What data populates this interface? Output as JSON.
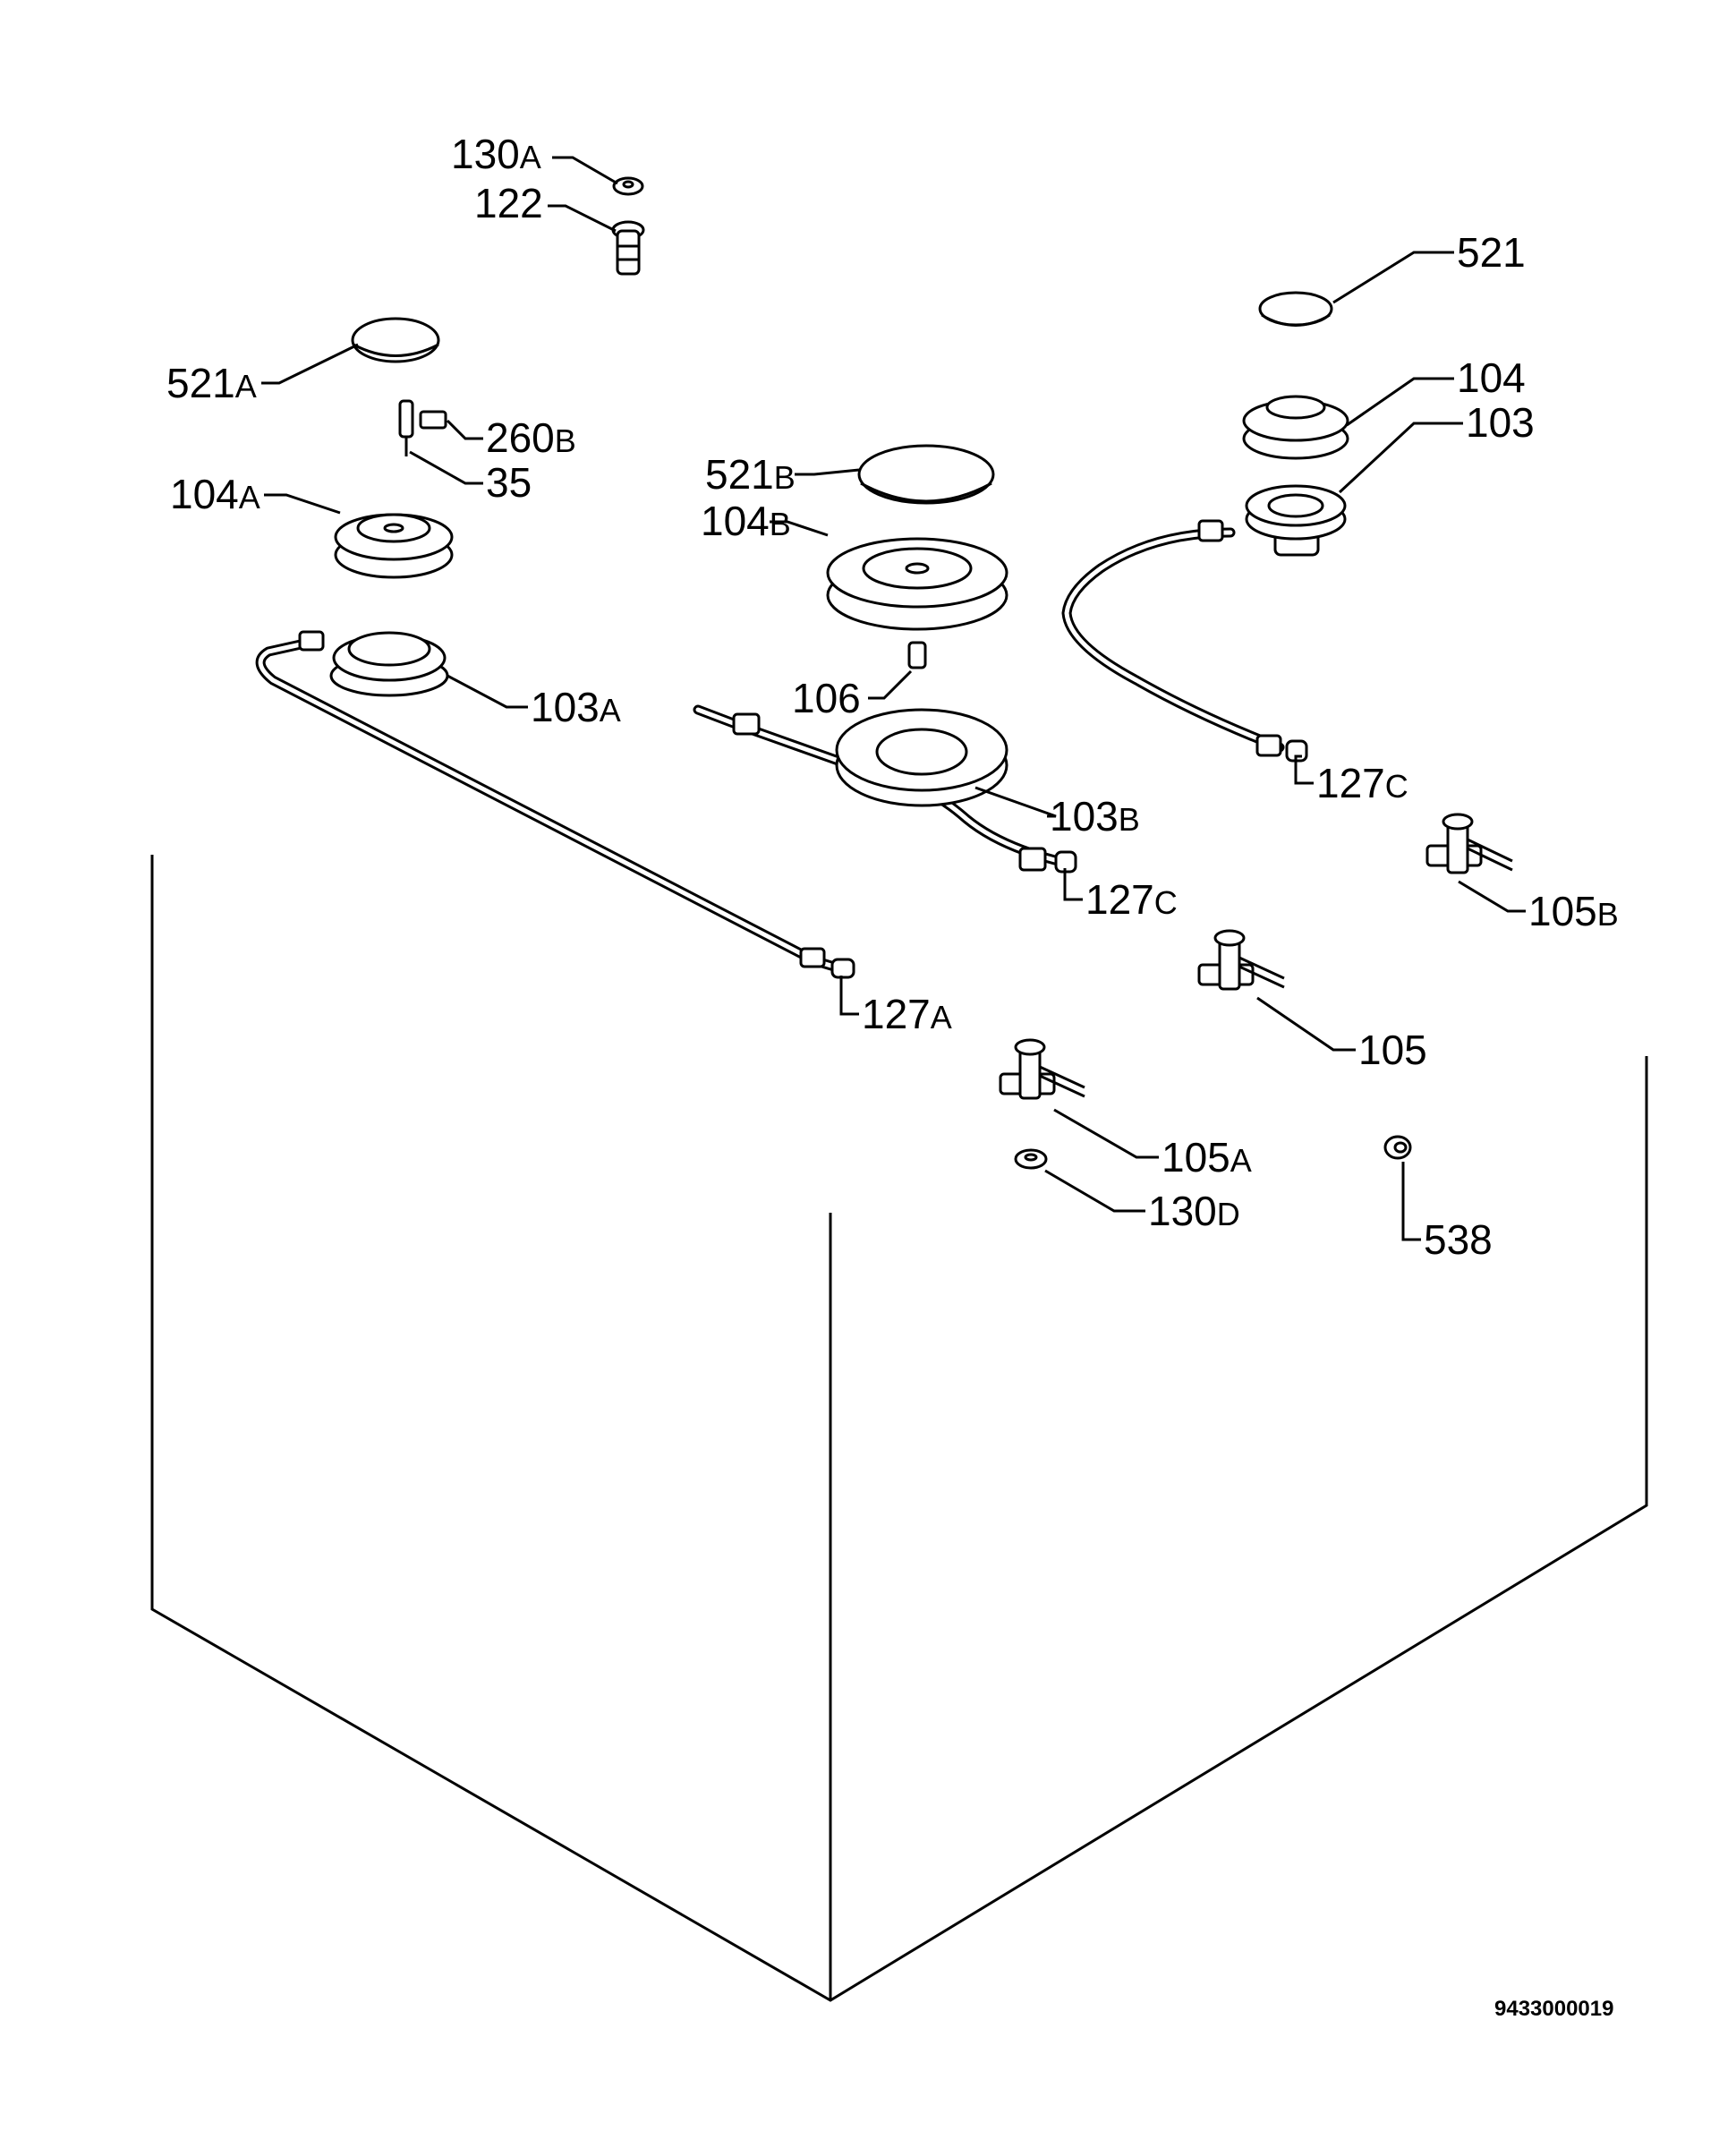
{
  "labels": {
    "l_130A": {
      "num": "130",
      "suf": "A"
    },
    "l_122": {
      "num": "122",
      "suf": ""
    },
    "l_521": {
      "num": "521",
      "suf": ""
    },
    "l_521A": {
      "num": "521",
      "suf": "A"
    },
    "l_104": {
      "num": "104",
      "suf": ""
    },
    "l_103": {
      "num": "103",
      "suf": ""
    },
    "l_260B": {
      "num": "260",
      "suf": "B"
    },
    "l_35": {
      "num": "35",
      "suf": ""
    },
    "l_521B": {
      "num": "521",
      "suf": "B"
    },
    "l_104A": {
      "num": "104",
      "suf": "A"
    },
    "l_104B": {
      "num": "104",
      "suf": "B"
    },
    "l_103A": {
      "num": "103",
      "suf": "A"
    },
    "l_106": {
      "num": "106",
      "suf": ""
    },
    "l_127C_r": {
      "num": "127",
      "suf": "C"
    },
    "l_103B": {
      "num": "103",
      "suf": "B"
    },
    "l_105B": {
      "num": "105",
      "suf": "B"
    },
    "l_127C_m": {
      "num": "127",
      "suf": "C"
    },
    "l_127A": {
      "num": "127",
      "suf": "A"
    },
    "l_105": {
      "num": "105",
      "suf": ""
    },
    "l_105A": {
      "num": "105",
      "suf": "A"
    },
    "l_130D": {
      "num": "130",
      "suf": "D"
    },
    "l_538": {
      "num": "538",
      "suf": ""
    }
  },
  "drawing_code": "9433000019"
}
